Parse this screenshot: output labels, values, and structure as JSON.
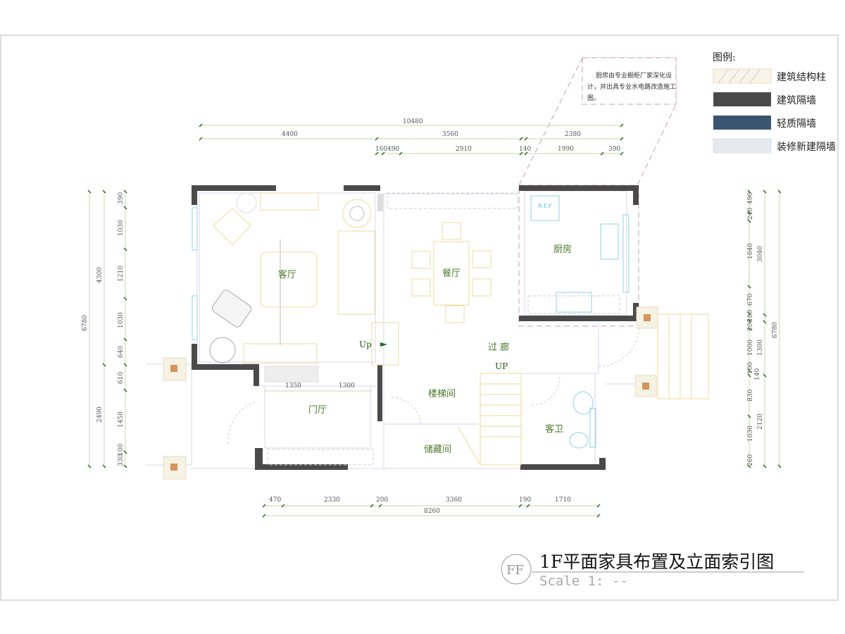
{
  "note": {
    "lines": [
      "厨房由专业橱柜厂家深化设",
      "计，并出具专业水电路改造施工",
      "图。"
    ]
  },
  "legend": {
    "title": "图例:",
    "items": [
      {
        "label": "建筑结构柱",
        "color": "#f4efe4"
      },
      {
        "label": "建筑隔墙",
        "color": "#4a4a4a"
      },
      {
        "label": "轻质隔墙",
        "color": "#3a5570"
      },
      {
        "label": "装修新建隔墙",
        "color": "#e4e8ec"
      }
    ]
  },
  "dimensions": {
    "top_total": "10480",
    "top_mid": [
      "4400",
      "3560",
      "2380"
    ],
    "top_detail": [
      "160",
      "490",
      "2910",
      "140",
      "1990",
      "390"
    ],
    "left_total": "6780",
    "left_mid": [
      "4300",
      "2490"
    ],
    "left_detail": [
      "390",
      "1030",
      "1210",
      "1030",
      "640",
      "610",
      "1450",
      "330",
      "100"
    ],
    "right_total": "6780",
    "right_mid": [
      "3040",
      "1300",
      "2120"
    ],
    "right_detail": [
      "490",
      "240",
      "1640",
      "670",
      "180",
      "200",
      "1000",
      "100",
      "140",
      "830",
      "1030",
      "260"
    ],
    "bottom_detail": [
      "470",
      "2330",
      "200",
      "3360",
      "190",
      "1710"
    ],
    "bottom_total": "8260",
    "foyer": [
      "1350",
      "1300"
    ]
  },
  "rooms": {
    "living": "客厅",
    "dining": "餐厅",
    "kitchen": "厨房",
    "corridor": "过 廊",
    "stair": "楼梯间",
    "storage": "储藏间",
    "foyer": "门厅",
    "guest_bath": "客卫",
    "up1": "Up",
    "up2": "UP",
    "ref": "R.E.F"
  },
  "title_block": {
    "badge": "FF",
    "title": "1F平面家具布置及立面索引图",
    "scale": "Scale 1: --"
  }
}
